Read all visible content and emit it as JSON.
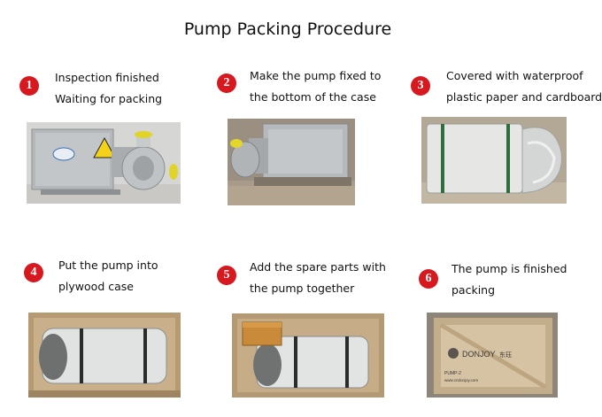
{
  "title": "Pump Packing Procedure",
  "steps": [
    {
      "number": "1",
      "line1": "Inspection finished",
      "line2": "Waiting for packing"
    },
    {
      "number": "2",
      "line1": "Make the pump fixed to",
      "line2": "the bottom of the case"
    },
    {
      "number": "3",
      "line1": "Covered with waterproof",
      "line2": "plastic paper and cardboard"
    },
    {
      "number": "4",
      "line1": "Put the pump into",
      "line2": "plywood case"
    },
    {
      "number": "5",
      "line1": "Add the spare parts with",
      "line2": "the pump together"
    },
    {
      "number": "6",
      "line1": "The pump is finished",
      "line2": "packing"
    }
  ],
  "photo_text": {
    "crate_brand": "DONJOY",
    "crate_brand_cn": "东珏",
    "crate_label": "PUMP-2",
    "crate_url": "www.cndonjoy.com"
  },
  "colors": {
    "badge": "#d7191f",
    "plywood": "#b89a72",
    "steel": "#b9bcbd",
    "wrap": "#d9dbd9"
  }
}
